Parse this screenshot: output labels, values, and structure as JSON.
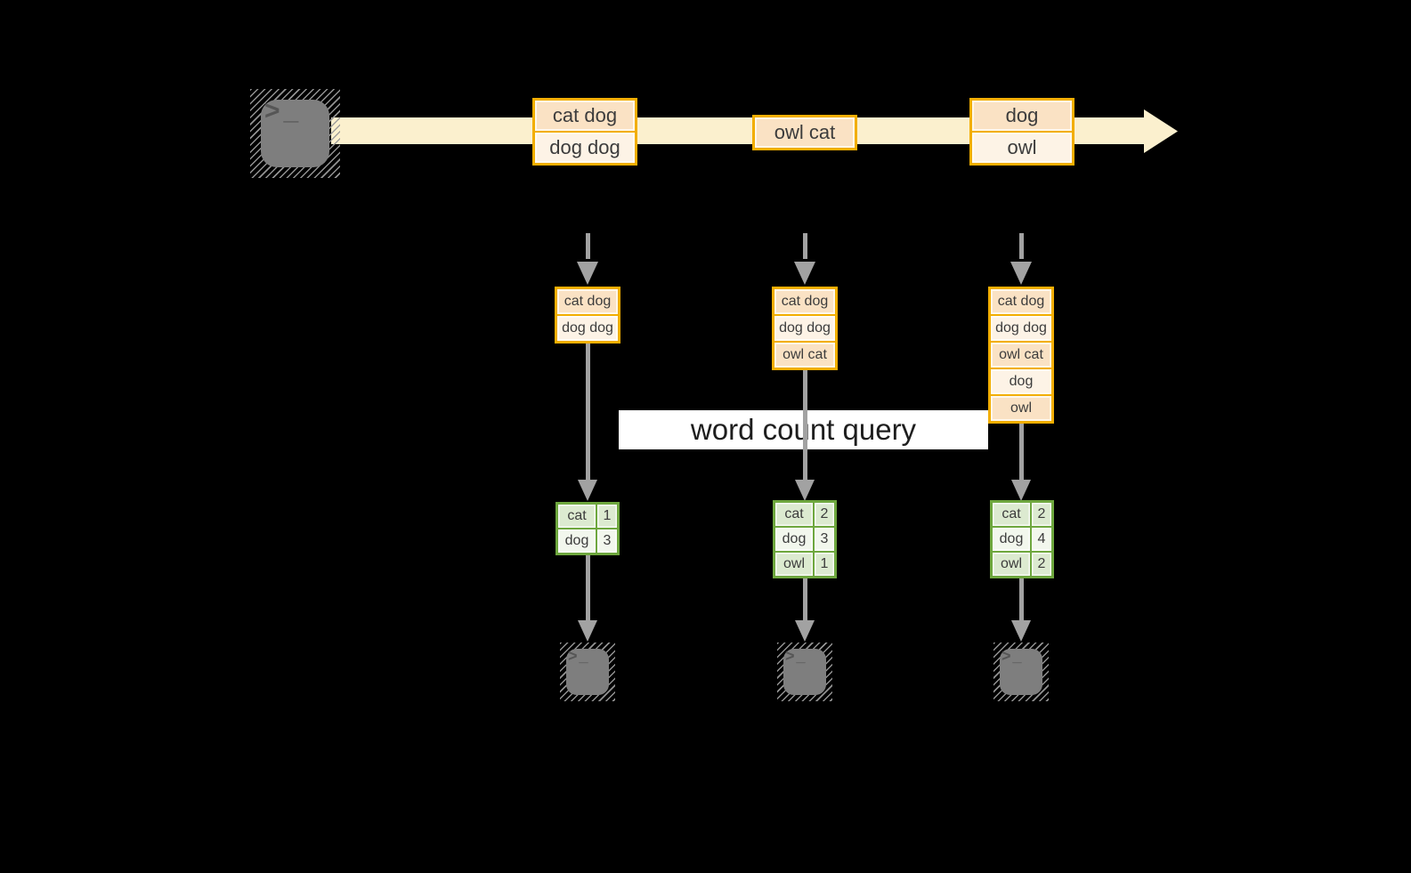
{
  "colors": {
    "background": "#000000",
    "stream_band": "#FBF0CE",
    "box_border": "#F2AE00",
    "box_fill_dark": "#FAE2C4",
    "box_fill_light": "#FDF3E6",
    "table_border": "#6EA73E",
    "table_fill_dark": "#DCEAD0",
    "table_fill_light": "#F2F7ED",
    "arrow_gray": "#A2A2A2",
    "terminal_gray": "#7E7E7E",
    "terminal_glyph": "#565656",
    "query_band_bg": "#FFFFFF",
    "query_text": "#1E1E1E",
    "text_dark": "#3C3C3C"
  },
  "terminal_prompt": ">_",
  "stream": {
    "batches": [
      {
        "rows": [
          "cat dog",
          "dog dog"
        ]
      },
      {
        "rows": [
          "owl cat"
        ]
      },
      {
        "rows": [
          "dog",
          "owl"
        ]
      }
    ]
  },
  "inputs": [
    {
      "rows": [
        "cat dog",
        "dog dog"
      ]
    },
    {
      "rows": [
        "cat dog",
        "dog dog",
        "owl cat"
      ]
    },
    {
      "rows": [
        "cat dog",
        "dog dog",
        "owl cat",
        "dog",
        "owl"
      ]
    }
  ],
  "query": {
    "label": "word count query"
  },
  "results": [
    {
      "rows": [
        {
          "word": "cat",
          "count": "1"
        },
        {
          "word": "dog",
          "count": "3"
        }
      ]
    },
    {
      "rows": [
        {
          "word": "cat",
          "count": "2"
        },
        {
          "word": "dog",
          "count": "3"
        },
        {
          "word": "owl",
          "count": "1"
        }
      ]
    },
    {
      "rows": [
        {
          "word": "cat",
          "count": "2"
        },
        {
          "word": "dog",
          "count": "4"
        },
        {
          "word": "owl",
          "count": "2"
        }
      ]
    }
  ]
}
